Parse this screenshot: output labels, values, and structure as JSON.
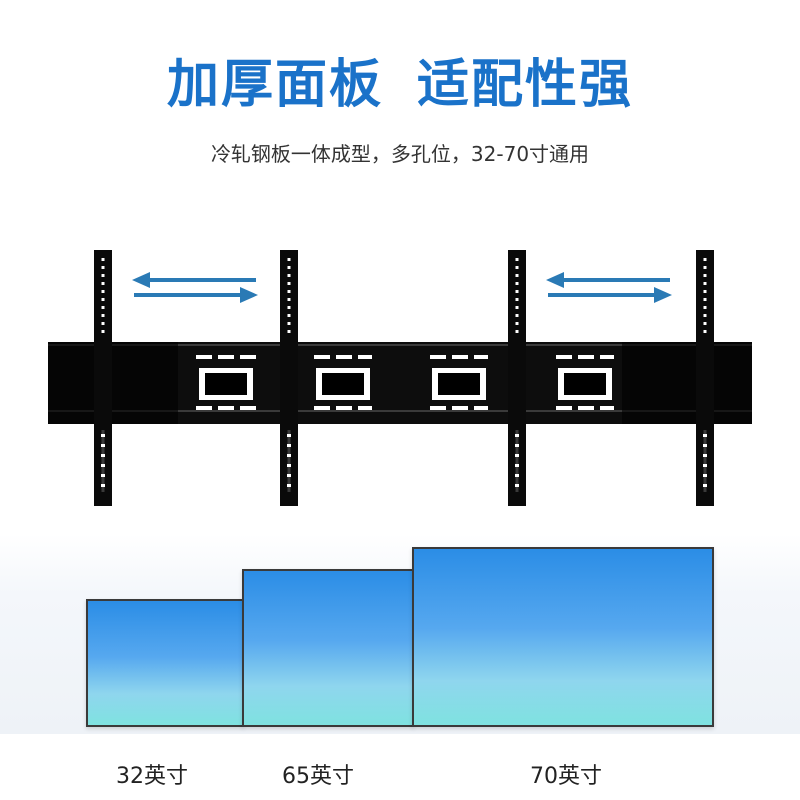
{
  "headline": {
    "part1": "加厚面板",
    "part2": "适配性强"
  },
  "subheadline": "冷轧钢板一体成型，多孔位，32-70寸通用",
  "colors": {
    "headline": "#1a72c9",
    "arrow": "#2a7ab5",
    "screen_top": "#2b8de6",
    "screen_bottom": "#7fe2e0"
  },
  "icons": {
    "left_arrows": "double-arrow-icon",
    "right_arrows": "double-arrow-icon"
  },
  "screens": [
    {
      "label": "32英寸"
    },
    {
      "label": "65英寸"
    },
    {
      "label": "70英寸"
    }
  ]
}
